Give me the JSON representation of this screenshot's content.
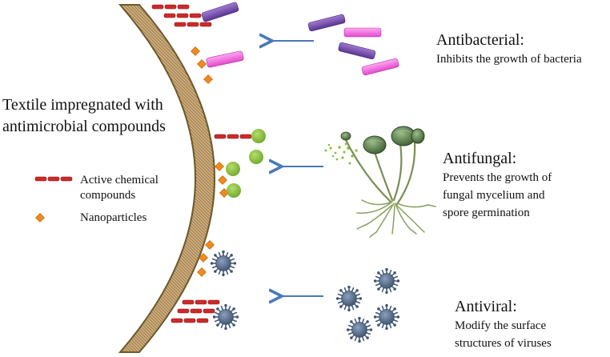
{
  "title": {
    "line1": "Textile impregnated with",
    "line2": "antimicrobial compounds"
  },
  "legend": {
    "chemicals_line1": "Active chemical",
    "chemicals_line2": "compounds",
    "nanoparticles": "Nanoparticles"
  },
  "categories": [
    {
      "title": "Antibacterial:",
      "desc1": "Inhibits the growth of bacteria",
      "desc2": "",
      "desc3": ""
    },
    {
      "title": "Antifungal:",
      "desc1": "Prevents the growth of",
      "desc2": "fungal mycelium and",
      "desc3": "spore germination"
    },
    {
      "title": "Antiviral:",
      "desc1": "Modify the surface",
      "desc2": "structures of viruses",
      "desc3": ""
    }
  ],
  "colors": {
    "textile_fill": "#c8a77a",
    "textile_stroke": "#6b5a2c",
    "chemical": "#cc2a2a",
    "nanoparticle": "#f08a1c",
    "bacteria_purple": "#7a4fb0",
    "bacteria_pink": "#f46be0",
    "fungal_spore": "#8cbf3c",
    "virus": "#556b8a",
    "arrow": "#4a78b8"
  }
}
